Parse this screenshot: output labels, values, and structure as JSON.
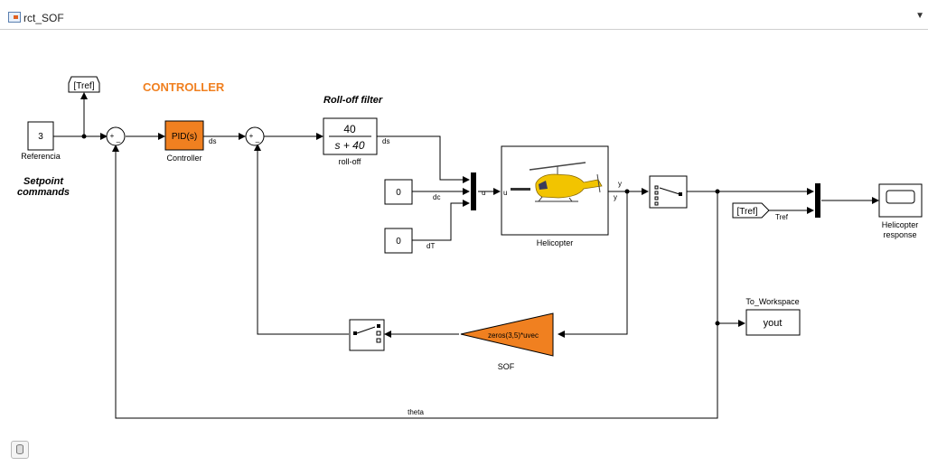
{
  "window": {
    "model_name": "rct_SOF"
  },
  "colors": {
    "accent_orange": "#f08020",
    "line": "#000000",
    "block_border": "#000000"
  },
  "labels": {
    "controller_title": "CONTROLLER",
    "rolloff_title": "Roll-off filter",
    "setpoint_line1": "Setpoint",
    "setpoint_line2": "commands"
  },
  "blocks": {
    "referencia": {
      "value": "3",
      "label": "Referencia"
    },
    "goto_tref": {
      "text": "[Tref]"
    },
    "controller": {
      "text": "PID(s)",
      "label": "Controller",
      "out": "ds"
    },
    "rolloff": {
      "num": "40",
      "den": "s + 40",
      "label": "roll-off",
      "out": "ds"
    },
    "const_dc": {
      "value": "0",
      "out": "dc"
    },
    "const_dt": {
      "value": "0",
      "out": "dT"
    },
    "mux_in": "u",
    "helicopter": {
      "label": "Helicopter",
      "in": "u",
      "out1": "y",
      "out2": "y"
    },
    "from_tref": {
      "text": "[Tref]",
      "out": "Tref"
    },
    "scope": {
      "label1": "Helicopter",
      "label2": "response"
    },
    "to_workspace": {
      "title": "To_Workspace",
      "text": "yout"
    },
    "sof": {
      "text": "zeros(3,5)*uvec",
      "label": "SOF"
    },
    "theta": "theta"
  }
}
